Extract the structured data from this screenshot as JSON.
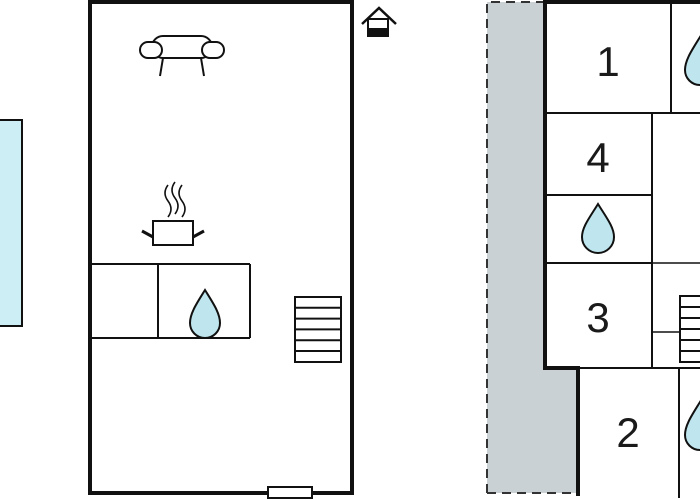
{
  "floor_plan": {
    "colors": {
      "wall": "#111111",
      "water": "#bfe6ee",
      "pool": "#cdeef5",
      "terrace": "#c9d1d4"
    },
    "rooms": [
      {
        "label": "1"
      },
      {
        "label": "4"
      },
      {
        "label": "3"
      },
      {
        "label": "2"
      }
    ],
    "icons": [
      "house-entrance-icon",
      "sofa-icon",
      "cooking-pot-icon",
      "water-drop-icon",
      "stairs-icon"
    ]
  }
}
